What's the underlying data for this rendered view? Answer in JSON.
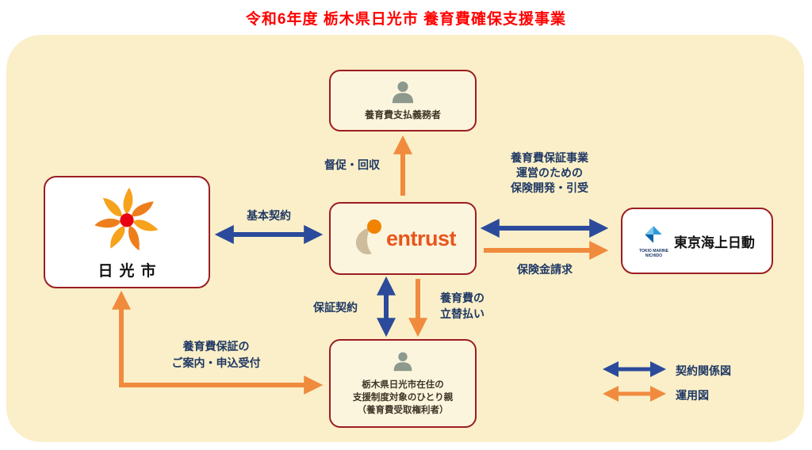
{
  "title": "令和6年度 栃木県日光市 養育費確保支援事業",
  "nodes": {
    "payer": {
      "label": "養育費支払義務者"
    },
    "nikko": {
      "label": "日光市"
    },
    "entrust": {
      "brand": "entrust"
    },
    "tokio": {
      "logo_line1": "TOKIO MARINE",
      "logo_line2": "NICHIDO",
      "label": "東京海上日動"
    },
    "parent": {
      "line1": "栃木県日光市在住の",
      "line2": "支援制度対象のひとり親",
      "line3": "（養育費受取権利者）"
    }
  },
  "edges": {
    "basic_contract": "基本契約",
    "collection": "督促・回収",
    "underwriting_line1": "養育費保証事業",
    "underwriting_line2": "運営のための",
    "underwriting_line3": "保険開発・引受",
    "claim": "保険金請求",
    "guarantee_contract": "保証契約",
    "advance_line1": "養育費の",
    "advance_line2": "立替払い",
    "guide_line1": "養育費保証の",
    "guide_line2": "ご案内・申込受付"
  },
  "legend": {
    "contract": "契約関係図",
    "operation": "運用図"
  },
  "colors": {
    "arrow_blue": "#2B4A9B",
    "arrow_orange": "#F08B3E",
    "box_border": "#9C1D22",
    "board_bg": "#FAEFC8",
    "box_bg": "#FCF5DE",
    "title_red": "#FF0000",
    "label_navy": "#1F3864"
  }
}
